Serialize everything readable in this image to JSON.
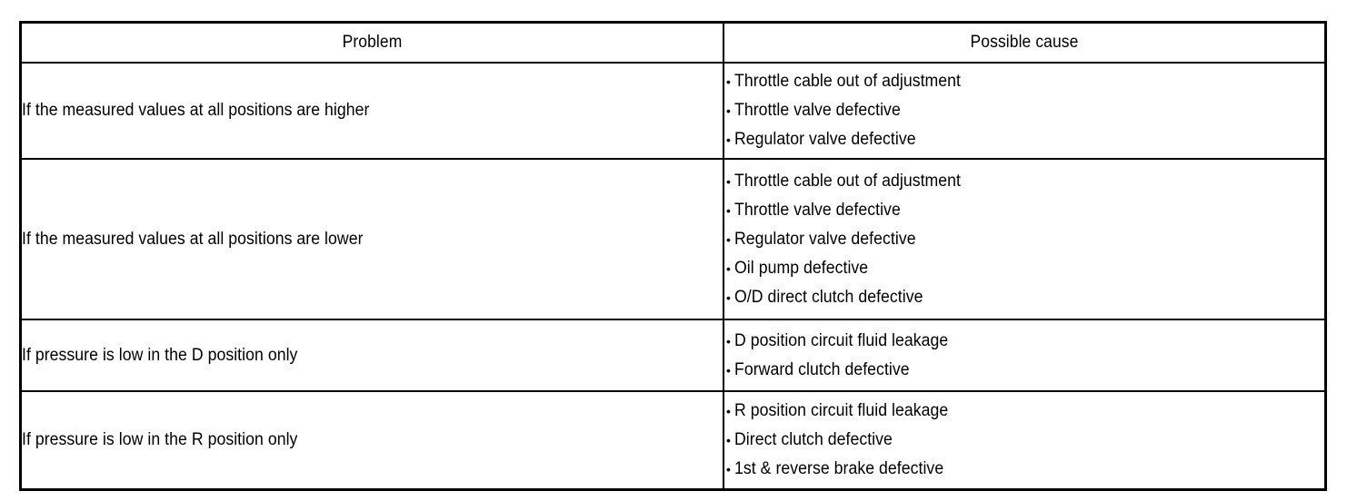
{
  "table": {
    "columns": [
      {
        "key": "problem",
        "header": "Problem"
      },
      {
        "key": "cause",
        "header": "Possible cause"
      }
    ],
    "bullet_glyph": "•",
    "rows": [
      {
        "problem": "If the measured values at all positions are higher",
        "causes": [
          "Throttle cable out of adjustment",
          "Throttle valve defective",
          "Regulator valve defective"
        ]
      },
      {
        "problem": "If the measured values at all positions are lower",
        "causes": [
          "Throttle cable out of adjustment",
          "Throttle valve defective",
          "Regulator valve defective",
          "Oil pump defective",
          "O/D direct clutch defective"
        ]
      },
      {
        "problem": "If pressure is low in the D position only",
        "causes": [
          "D position circuit fluid leakage",
          "Forward clutch defective"
        ]
      },
      {
        "problem": "If pressure is low in the R position only",
        "causes": [
          "R position circuit fluid leakage",
          "Direct clutch defective",
          "1st & reverse brake defective"
        ]
      }
    ]
  },
  "colors": {
    "ink": "#000000",
    "paper": "#ffffff"
  }
}
